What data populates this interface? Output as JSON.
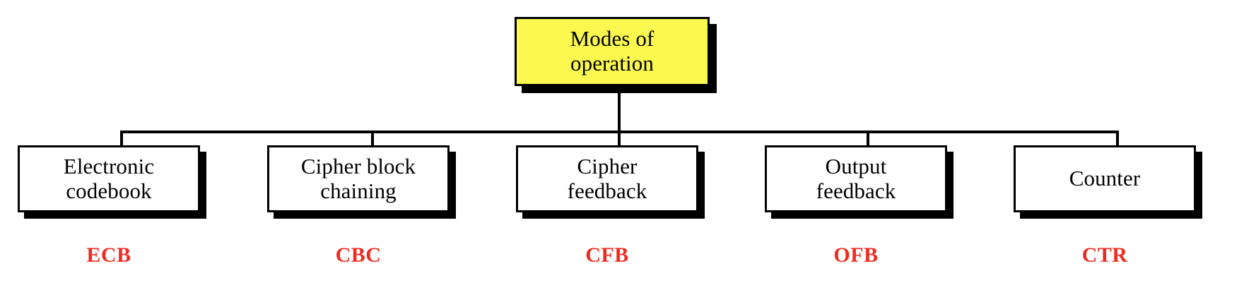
{
  "diagram": {
    "title": "Modes of operation",
    "type": "tree-hierarchy",
    "root": {
      "label": "Modes of\noperation",
      "fill_color": "#FBF94F",
      "text_color": "#000000"
    },
    "abbr_color": "#EF2B21",
    "children": [
      {
        "label": "Electronic\ncodebook",
        "abbr": "ECB"
      },
      {
        "label": "Cipher block\nchaining",
        "abbr": "CBC"
      },
      {
        "label": "Cipher\nfeedback",
        "abbr": "CFB"
      },
      {
        "label": "Output\nfeedback",
        "abbr": "OFB"
      },
      {
        "label": "Counter",
        "abbr": "CTR"
      }
    ]
  }
}
